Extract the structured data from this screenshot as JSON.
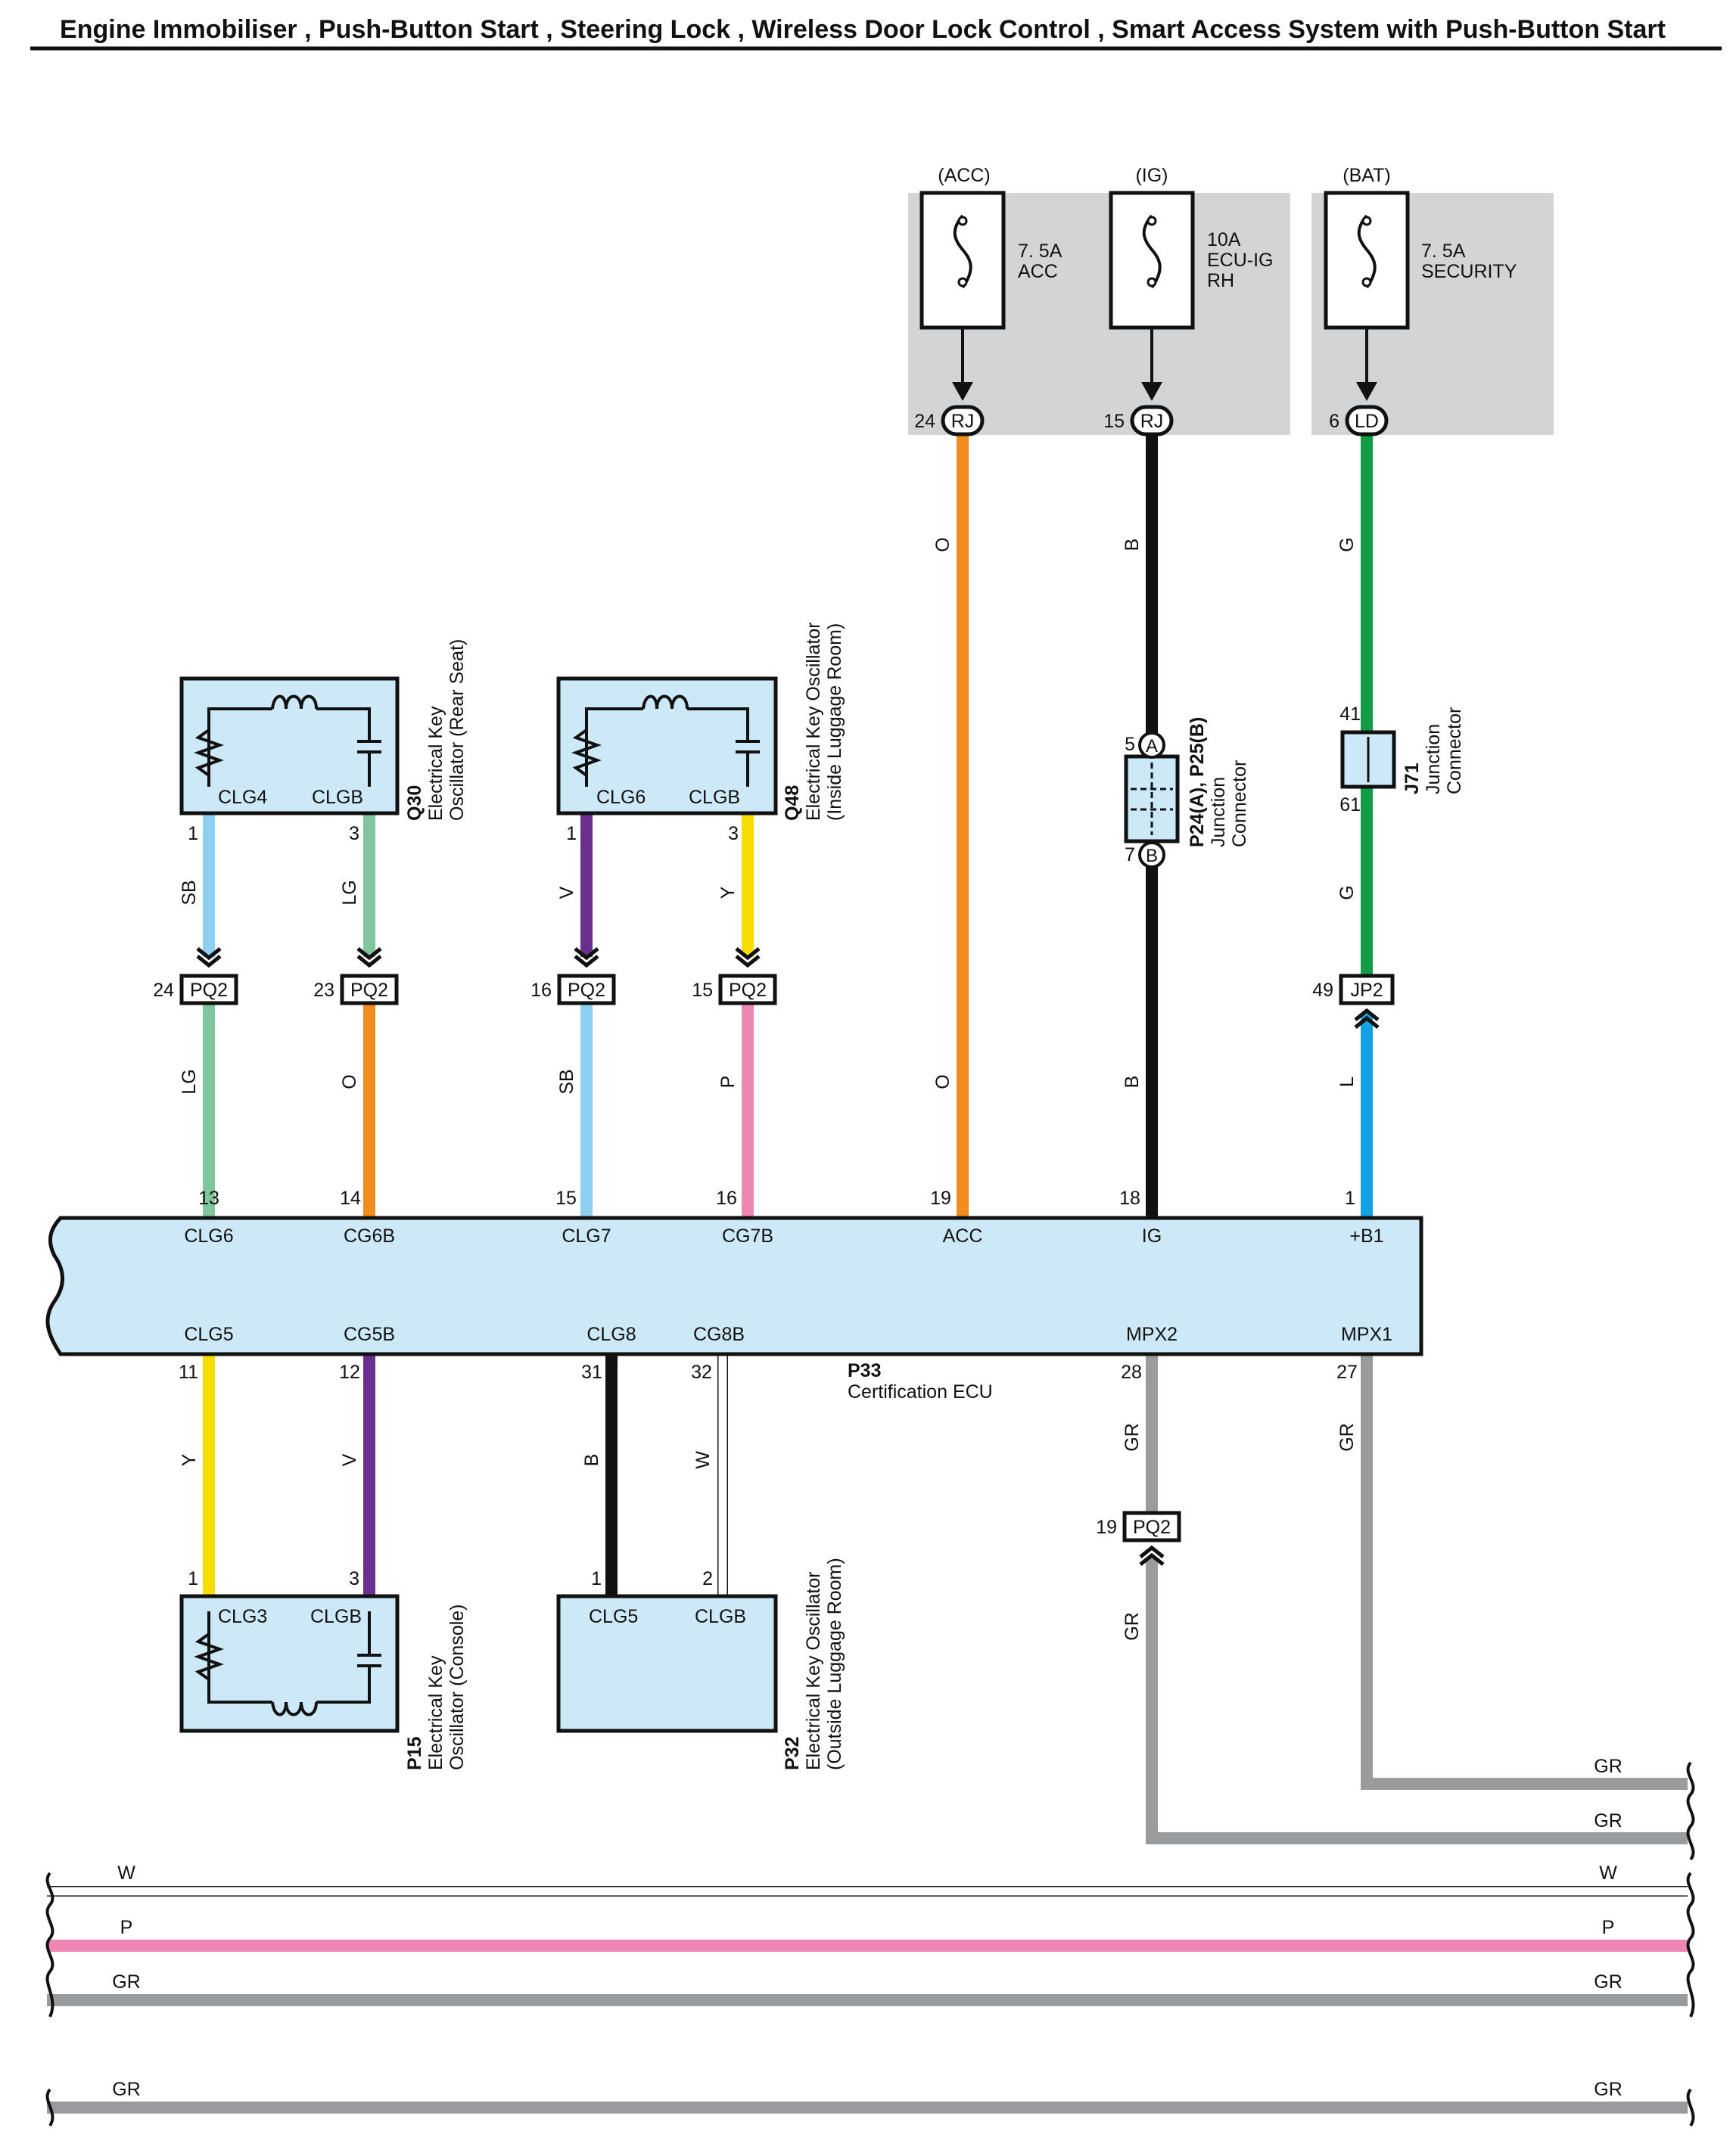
{
  "title": "Engine Immobiliser , Push-Button Start , Steering Lock , Wireless Door Lock Control , Smart Access System with Push-Button Start",
  "colors": {
    "O": "#f28c1e",
    "B": "#111111",
    "G": "#119c45",
    "L": "#12a1e2",
    "SB": "#8dd0f2",
    "LG": "#7fc59e",
    "V": "#6b2f8f",
    "Y": "#f7dd00",
    "P": "#ee86b4",
    "GR": "#9a9b9d",
    "W": "#ffffff",
    "ecu_fill": "#cde9f8",
    "relay_bg": "#d3d4d6"
  },
  "fuses": [
    {
      "source": "(ACC)",
      "lines": [
        "7. 5A",
        "ACC"
      ],
      "pin": "24",
      "connector": "RJ"
    },
    {
      "source": "(IG)",
      "lines": [
        "10A",
        "ECU-IG",
        "RH"
      ],
      "pin": "15",
      "connector": "RJ"
    },
    {
      "source": "(BAT)",
      "lines": [
        "7. 5A",
        "SECURITY"
      ],
      "pin": "6",
      "connector": "LD"
    }
  ],
  "wire_labels": {
    "acc_top": "O",
    "acc_bottom": "O",
    "ig_top": "B",
    "ig_bottom": "B",
    "bat_top": "G",
    "bat_mid": "G",
    "bat_bottom": "L",
    "q30_clg4": "SB",
    "q30_clgb": "LG",
    "q48_clg6": "V",
    "q48_clgb": "Y",
    "pq2_24": "LG",
    "pq2_23": "O",
    "pq2_16": "SB",
    "pq2_15": "P",
    "p15_clg3": "Y",
    "p15_clgb": "V",
    "p32_clg5": "B",
    "p32_clgb": "W",
    "mpx2_top": "GR",
    "mpx2_bottom": "GR",
    "mpx1": "GR"
  },
  "pins": {
    "q30_1": "1",
    "q30_3": "3",
    "q48_1": "1",
    "q48_3": "3",
    "pq2_a": "24",
    "pq2_b": "23",
    "pq2_c": "16",
    "pq2_d": "15",
    "ecu_13": "13",
    "ecu_14": "14",
    "ecu_15": "15",
    "ecu_16": "16",
    "ecu_19": "19",
    "ecu_18": "18",
    "ecu_1": "1",
    "ecu_11": "11",
    "ecu_12": "12",
    "ecu_31": "31",
    "ecu_32": "32",
    "ecu_28": "28",
    "ecu_27": "27",
    "p15_1": "1",
    "p15_3": "3",
    "p32_1": "1",
    "p32_2": "2",
    "p24_5": "5",
    "p24_7": "7",
    "j71_41": "41",
    "j71_61": "61",
    "jp2_49": "49",
    "pq2_19": "19"
  },
  "connectors": {
    "pq2": "PQ2",
    "jp2": "JP2",
    "p24_a": "A",
    "p24_b": "B"
  },
  "components": {
    "q30": {
      "code": "Q30",
      "name_lines": [
        "Electrical Key",
        "Oscillator (Rear Seat)"
      ],
      "term_left": "CLG4",
      "term_right": "CLGB"
    },
    "q48": {
      "code": "Q48",
      "name_lines": [
        "Electrical Key Oscillator",
        "(Inside Luggage Room)"
      ],
      "term_left": "CLG6",
      "term_right": "CLGB"
    },
    "p15": {
      "code": "P15",
      "name_lines": [
        "Electrical Key",
        "Oscillator (Console)"
      ],
      "term_left": "CLG3",
      "term_right": "CLGB"
    },
    "p32": {
      "code": "P32",
      "name_lines": [
        "Electrical Key Oscillator",
        "(Outside Luggage Room)"
      ],
      "term_left": "CLG5",
      "term_right": "CLGB"
    },
    "p24": {
      "code": "P24(A), P25(B)",
      "name_lines": [
        "Junction",
        "Connector"
      ]
    },
    "j71": {
      "code": "J71",
      "name_lines": [
        "Junction",
        "Connector"
      ]
    }
  },
  "ecu": {
    "code": "P33",
    "name": "Certification ECU",
    "top_terminals": [
      "CLG6",
      "CG6B",
      "CLG7",
      "CG7B",
      "ACC",
      "IG",
      "+B1"
    ],
    "bottom_terminals": [
      "CLG5",
      "CG5B",
      "CLG8",
      "CG8B",
      "MPX2",
      "MPX1"
    ]
  },
  "buses": [
    {
      "left": "",
      "right": "GR"
    },
    {
      "left": "",
      "right": "GR"
    },
    {
      "left": "W",
      "right": "W"
    },
    {
      "left": "P",
      "right": "P"
    },
    {
      "left": "GR",
      "right": "GR"
    },
    {
      "left": "GR",
      "right": "GR"
    }
  ]
}
